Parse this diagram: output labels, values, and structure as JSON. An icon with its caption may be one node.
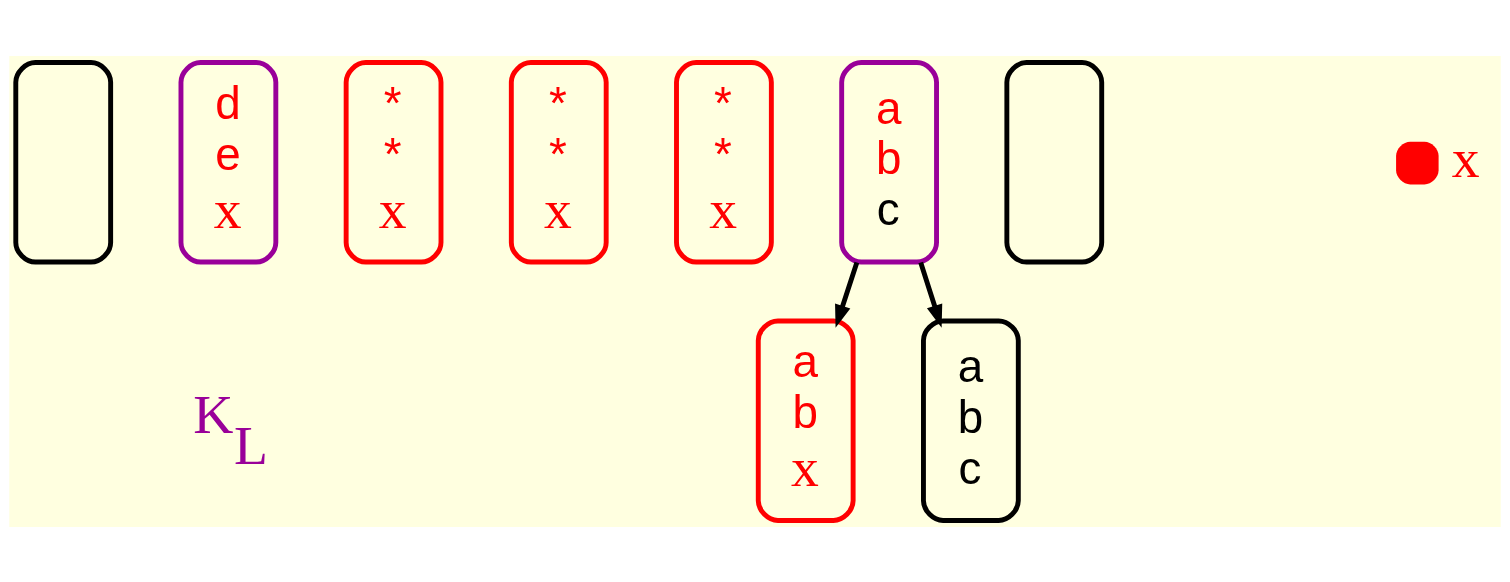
{
  "diagram": {
    "nodes": [
      {
        "text": [],
        "shape": "box"
      },
      {
        "text": [
          "d",
          "e",
          "x"
        ],
        "beside": [
          "K$_{L}$"
        ]
      },
      {
        "text": [
          "*",
          "*",
          "x"
        ]
      },
      {
        "text": [
          "*",
          "*",
          "x"
        ]
      },
      {
        "text": [
          "*",
          "*",
          "x"
        ]
      },
      {
        "text": [
          "a",
          "b",
          "c"
        ]
      },
      {
        "text": [],
        "shape": "box"
      },
      {
        "text": [
          "a",
          "b",
          "x"
        ]
      },
      {
        "text": [
          "a",
          "b",
          "c"
        ]
      }
    ],
    "edges": [
      {
        "from": 5,
        "to": 7,
        "arrow": "to"
      },
      {
        "from": 5,
        "to": 8,
        "arrow": "to"
      }
    ],
    "legend": [
      {
        "text": "x",
        "color": "#ff0000"
      }
    ]
  }
}
